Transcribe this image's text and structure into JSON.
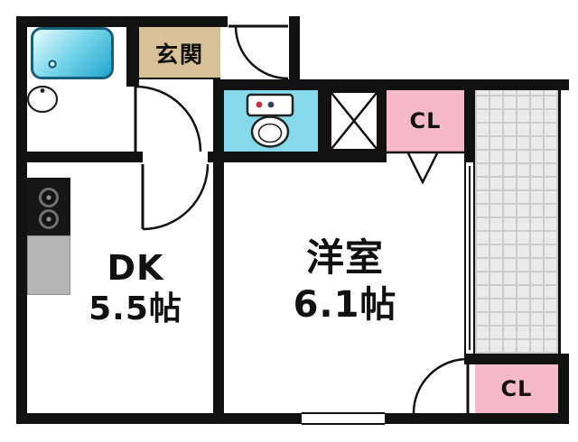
{
  "floorplan": {
    "labels": {
      "genkan": "玄関",
      "closet_top": "CL",
      "closet_bottom": "CL",
      "dk_name": "DK",
      "dk_size": "5.5帖",
      "western_room_name": "洋室",
      "western_room_size": "6.1帖"
    },
    "colors": {
      "wall": "#111111",
      "genkan_floor": "#d6c296",
      "wet_area_cyan": "#86d9ea",
      "bathtub_blue": "#1fa6cf",
      "closet_pink": "#f6b9c9",
      "balcony_gray": "#ebebeb",
      "counter_gray": "#b5b5b5",
      "floor_white": "#ffffff"
    },
    "icons": {
      "bathtub": "rounded-rect-gradient",
      "washbasin": "oval-basin-with-faucet-dot",
      "toilet": "tank-with-buttons-and-bowl",
      "stove": "two-burner-circles",
      "pipe_space": "square-with-x",
      "door_swing": "quarter-circle-arc",
      "closet_fold_mark": "v-shaped-lines",
      "window": "double-parallel-lines",
      "balcony": "grid-hatch"
    }
  }
}
